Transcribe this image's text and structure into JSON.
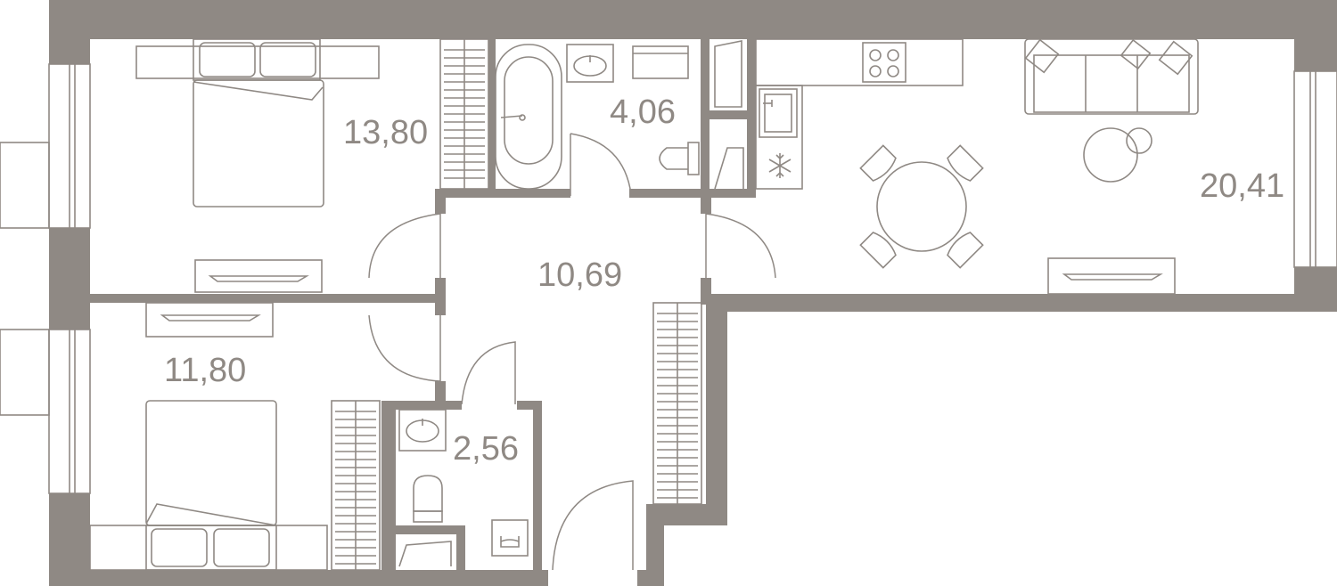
{
  "colors": {
    "wall": "#8f8984",
    "line": "#8f8984",
    "text": "#8f8984",
    "background": "#ffffff"
  },
  "rooms": [
    {
      "id": "bedroom-1",
      "area": "13,80"
    },
    {
      "id": "bathroom",
      "area": "4,06"
    },
    {
      "id": "living-kitchen",
      "area": "20,41"
    },
    {
      "id": "hallway",
      "area": "10,69"
    },
    {
      "id": "bedroom-2",
      "area": "11,80"
    },
    {
      "id": "wc",
      "area": "2,56"
    }
  ],
  "icons": {
    "bed": "bed-icon",
    "bathtub": "bathtub-icon",
    "sink": "sink-icon",
    "toilet": "toilet-icon",
    "stove": "stove-icon",
    "fridge": "snowflake-icon",
    "sofa": "sofa-icon",
    "table": "dining-table-icon",
    "washer": "washing-machine-icon"
  }
}
